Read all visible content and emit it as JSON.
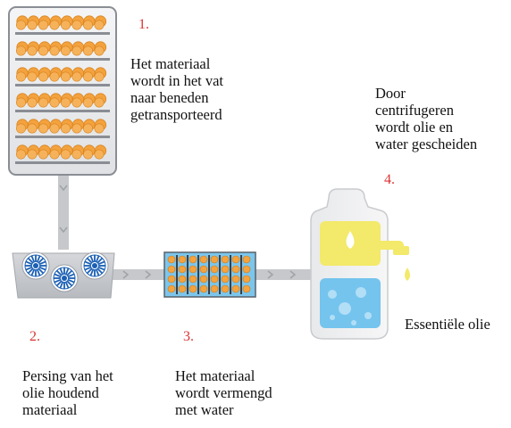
{
  "steps": [
    {
      "number": "1.",
      "text": "Het materiaal\nwordt in het vat\nnaar beneden\ngetransporteerd"
    },
    {
      "number": "2.",
      "text": "Persing van het\nolie houdend\nmateriaal"
    },
    {
      "number": "3.",
      "text": "Het materiaal\nwordt vermengd\nmet water"
    },
    {
      "number": "4.",
      "text": "Door\ncentrifugeren\nwordt olie en\nwater gescheiden"
    }
  ],
  "output_label": "Essentiële olie",
  "colors": {
    "vat": "#eef0f2",
    "vat_border": "#8a8e94",
    "material": "#f3a23e",
    "press_body": "#c9ccd1",
    "press_blue": "#1a5fb4",
    "mixer_water": "#7cc6ec",
    "oil": "#f3e96a",
    "water": "#74c4ee",
    "arrow": "#c6c8cb",
    "number_red": "#d33333"
  }
}
